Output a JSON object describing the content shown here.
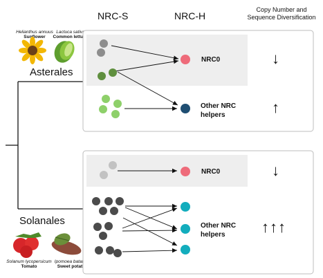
{
  "headers": {
    "nrc_s": "NRC-S",
    "nrc_h": "NRC-H",
    "diversification": "Copy Number and Sequence Diversification"
  },
  "asterales": {
    "order": "Asterales",
    "species": [
      {
        "scientific": "Helianthus annuus",
        "common": "Sunflower"
      },
      {
        "scientific": "Lactuca sativa",
        "common": "Common lettuce"
      }
    ],
    "rows": [
      {
        "label": "NRC0",
        "trend": "↓"
      },
      {
        "label_line1": "Other NRC",
        "label_line2": "helpers",
        "trend": "↑"
      }
    ]
  },
  "solanales": {
    "order": "Solanales",
    "species": [
      {
        "scientific": "Solanum lycopersicum",
        "common": "Tomato"
      },
      {
        "scientific": "Ipomoea batatas",
        "common": "Sweet potato"
      }
    ],
    "rows": [
      {
        "label": "NRC0",
        "trend": "↓"
      },
      {
        "label_line1": "Other NRC",
        "label_line2": "helpers",
        "trend": "↑↑↑"
      }
    ]
  },
  "colors": {
    "nrc0": "#ee6b7a",
    "ast_other_helper": "#1f4e72",
    "sol_other_helper": "#13adbd",
    "ast_sensor_grey": "#8d8d8d",
    "ast_sensor_darkgreen": "#5f8f3e",
    "ast_sensor_lightgreen": "#8ed06a",
    "sol_sensor_light": "#c2c2c2",
    "sol_sensor_dark": "#4b4b4b",
    "panel_fill": "#eeeeee",
    "panel_border": "#bdbdbd"
  }
}
